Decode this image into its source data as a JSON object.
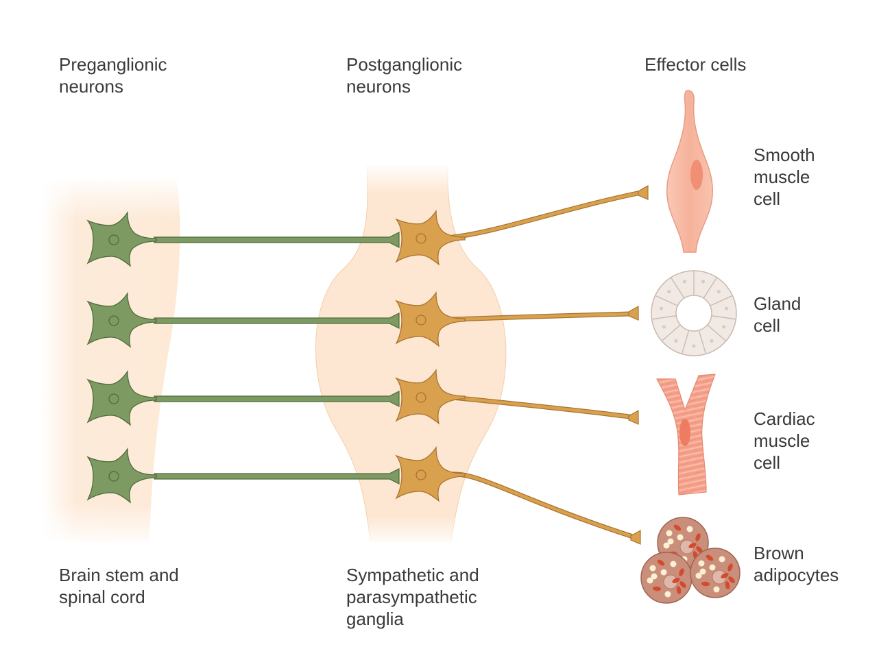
{
  "headers": {
    "preganglionic": [
      "Preganglionic",
      "neurons"
    ],
    "postganglionic": [
      "Postganglionic",
      "neurons"
    ],
    "effector": [
      "Effector cells"
    ]
  },
  "bottom_labels": {
    "cns": [
      "Brain stem and",
      "spinal cord"
    ],
    "ganglia": [
      "Sympathetic and",
      "parasympathetic",
      "ganglia"
    ]
  },
  "effectors": [
    {
      "id": "smooth-muscle",
      "lines": [
        "Smooth",
        "muscle",
        "cell"
      ]
    },
    {
      "id": "gland",
      "lines": [
        "Gland",
        "cell"
      ]
    },
    {
      "id": "cardiac-muscle",
      "lines": [
        "Cardiac",
        "muscle",
        "cell"
      ]
    },
    {
      "id": "brown-adipocytes",
      "lines": [
        "Brown",
        "adipocytes"
      ]
    }
  ],
  "colors": {
    "preganglionic_neuron": "#7c9a62",
    "preganglionic_outline": "#4f6b3c",
    "postganglionic_neuron": "#d9a04e",
    "postganglionic_outline": "#a87430",
    "tissue_background": "#fde9d6",
    "smooth_muscle": "#f6b8a2",
    "gland": "#f1e9e3",
    "cardiac": "#f5a28d",
    "adipocyte": "#c98f7b"
  }
}
